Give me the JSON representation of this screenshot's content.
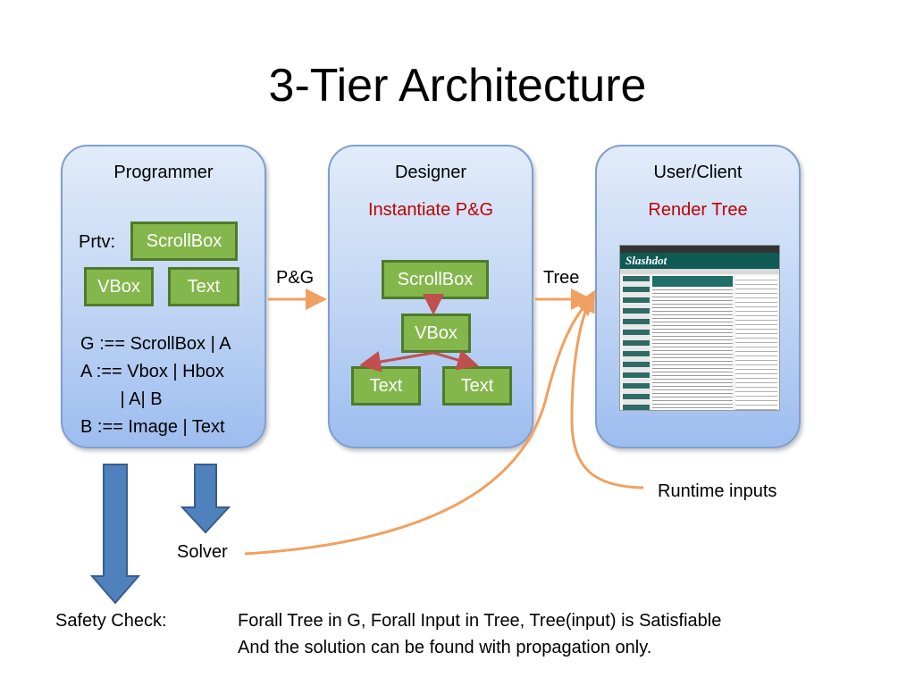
{
  "title": "3-Tier Architecture",
  "programmer": {
    "title": "Programmer",
    "prtv_label": "Prtv:",
    "boxes": [
      "ScrollBox",
      "VBox",
      "Text"
    ],
    "grammar": [
      "G :== ScrollBox | A",
      "A :== Vbox | Hbox",
      "        | A| B",
      "B :== Image | Text"
    ]
  },
  "designer": {
    "title": "Designer",
    "subtitle": "Instantiate P&G",
    "tree": {
      "root": "ScrollBox",
      "middle": "VBox",
      "leaf_left": "Text",
      "leaf_right": "Text"
    }
  },
  "client": {
    "title": "User/Client",
    "subtitle": "Render Tree",
    "screenshot_logo": "Slashdot"
  },
  "arrows": {
    "pg_label": "P&G",
    "tree_label": "Tree",
    "runtime_label": "Runtime inputs",
    "solver_label": "Solver"
  },
  "footer": {
    "safety_label": "Safety Check:",
    "line1": "Forall Tree in G, Forall Input in Tree, Tree(input) is Satisfiable",
    "line2": "And the solution can be found with propagation only."
  },
  "colors": {
    "panel_border": "#7f9fd0",
    "green_box": "#84b74b",
    "red_text": "#c00000",
    "orange_arrow": "#f0a060",
    "blue_arrow": "#4f81bd"
  }
}
